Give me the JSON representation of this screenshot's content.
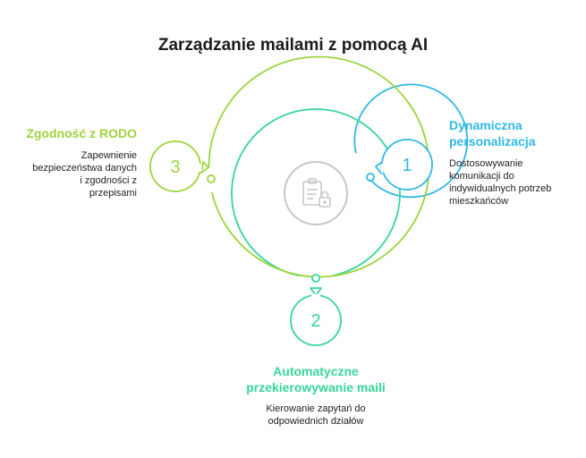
{
  "title": "Zarządzanie mailami z pomocą AI",
  "colors": {
    "blue": "#2fb8e6",
    "teal": "#35d69a",
    "lime": "#9dd43b",
    "center": "#c8c8c8"
  },
  "center_icon": "document-lock-icon",
  "steps": [
    {
      "number": "1",
      "title_lines": [
        "Dynamiczna",
        "personalizacja"
      ],
      "desc_lines": [
        "Dostosowywanie",
        "komunikacji do",
        "indywidualnych potrzeb",
        "mieszkańców"
      ]
    },
    {
      "number": "2",
      "title_lines": [
        "Automatyczne",
        "przekierowywanie maili"
      ],
      "desc_lines": [
        "Kierowanie zapytań do",
        "odpowiednich działów"
      ]
    },
    {
      "number": "3",
      "title_lines": [
        "Zgodność z RODO"
      ],
      "desc_lines": [
        "Zapewnienie",
        "bezpieczeństwa danych",
        "i zgodności z",
        "przepisami"
      ]
    }
  ]
}
